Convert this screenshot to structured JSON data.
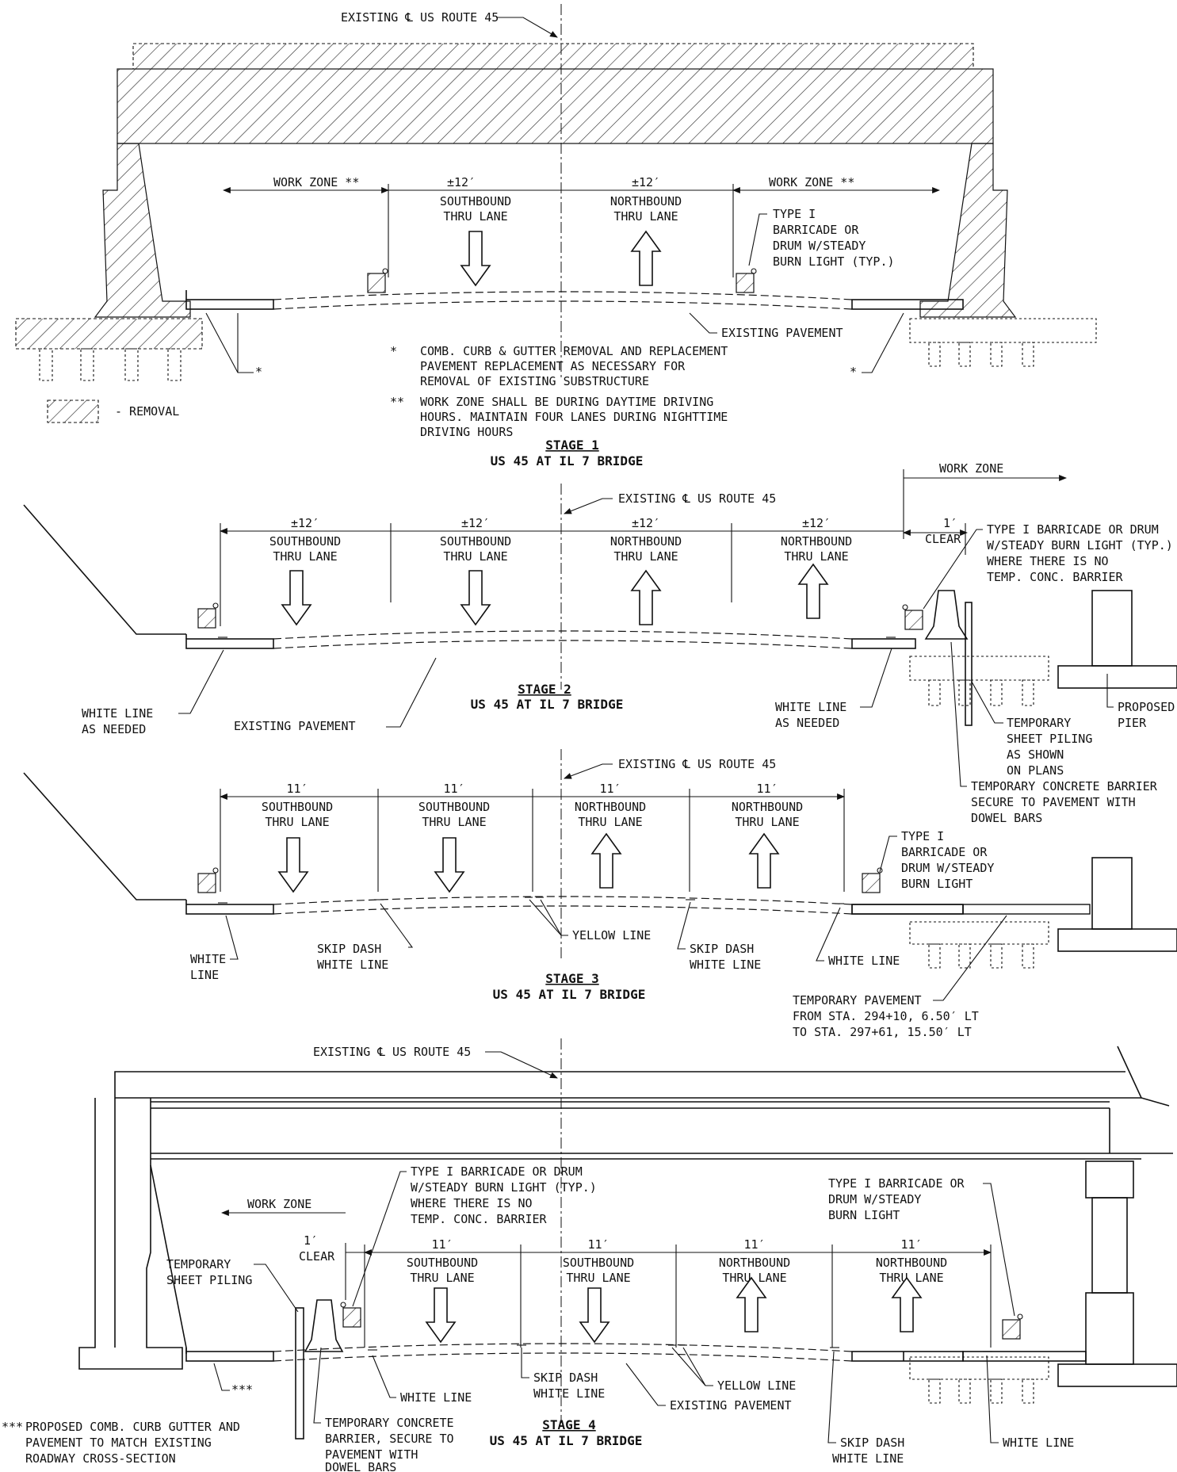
{
  "stage1": {
    "centerline": "EXISTING ℄ US ROUTE 45",
    "work_zone_left": "WORK ZONE **",
    "work_zone_right": "WORK ZONE **",
    "lanes": [
      {
        "width": "±12′",
        "dir1": "SOUTHBOUND",
        "dir2": "THRU LANE"
      },
      {
        "width": "±12′",
        "dir1": "NORTHBOUND",
        "dir2": "THRU LANE"
      }
    ],
    "barricade_note": [
      "TYPE I",
      "BARRICADE OR",
      "DRUM W/STEADY",
      "BURN LIGHT (TYP.)"
    ],
    "existing_pavement": "EXISTING PAVEMENT",
    "star": "*",
    "note1_mark": "*",
    "note1": [
      "COMB. CURB & GUTTER REMOVAL AND REPLACEMENT",
      "PAVEMENT REPLACEMENT AS NECESSARY FOR",
      "REMOVAL OF EXISTING SUBSTRUCTURE"
    ],
    "note2_mark": "**",
    "note2": [
      "WORK ZONE SHALL BE DURING DAYTIME DRIVING",
      "HOURS.  MAINTAIN FOUR LANES DURING NIGHTTIME",
      "DRIVING HOURS"
    ],
    "legend": "- REMOVAL",
    "title": "STAGE 1",
    "subtitle": "US 45 AT IL 7 BRIDGE"
  },
  "stage2": {
    "centerline": "EXISTING ℄ US ROUTE 45",
    "work_zone": "WORK ZONE",
    "clear_w": "1′",
    "clear": "CLEAR",
    "lanes": [
      {
        "width": "±12′",
        "dir1": "SOUTHBOUND",
        "dir2": "THRU LANE"
      },
      {
        "width": "±12′",
        "dir1": "SOUTHBOUND",
        "dir2": "THRU LANE"
      },
      {
        "width": "±12′",
        "dir1": "NORTHBOUND",
        "dir2": "THRU LANE"
      },
      {
        "width": "±12′",
        "dir1": "NORTHBOUND",
        "dir2": "THRU LANE"
      }
    ],
    "barricade_note": [
      "TYPE I BARRICADE OR DRUM",
      "W/STEADY BURN LIGHT (TYP.)",
      "WHERE THERE IS NO",
      "TEMP. CONC. BARRIER"
    ],
    "white_line_left": [
      "WHITE LINE",
      "AS NEEDED"
    ],
    "white_line_right": [
      "WHITE LINE",
      "AS NEEDED"
    ],
    "existing_pavement": "EXISTING PAVEMENT",
    "sheet_piling": [
      "TEMPORARY",
      "SHEET PILING",
      "AS SHOWN",
      "ON PLANS"
    ],
    "pier": [
      "PROPOSED",
      "PIER"
    ],
    "barrier": [
      "TEMPORARY CONCRETE BARRIER",
      "SECURE TO PAVEMENT WITH",
      "DOWEL BARS"
    ],
    "title": "STAGE 2",
    "subtitle": "US 45 AT IL 7 BRIDGE"
  },
  "stage3": {
    "centerline": "EXISTING ℄ US ROUTE 45",
    "lanes": [
      {
        "width": "11′",
        "dir1": "SOUTHBOUND",
        "dir2": "THRU LANE"
      },
      {
        "width": "11′",
        "dir1": "SOUTHBOUND",
        "dir2": "THRU LANE"
      },
      {
        "width": "11′",
        "dir1": "NORTHBOUND",
        "dir2": "THRU LANE"
      },
      {
        "width": "11′",
        "dir1": "NORTHBOUND",
        "dir2": "THRU LANE"
      }
    ],
    "barricade_note": [
      "TYPE I",
      "BARRICADE OR",
      "DRUM W/STEADY",
      "BURN LIGHT"
    ],
    "white_line_left": [
      "WHITE",
      "LINE"
    ],
    "skip_left": [
      "SKIP DASH",
      "WHITE LINE"
    ],
    "yellow": "YELLOW LINE",
    "skip_right": [
      "SKIP DASH",
      "WHITE LINE"
    ],
    "white_line_right": "WHITE LINE",
    "temp_pavement": [
      "TEMPORARY PAVEMENT",
      "FROM STA. 294+10, 6.50′ LT",
      "TO STA. 297+61, 15.50′ LT"
    ],
    "title": "STAGE 3",
    "subtitle": "US 45 AT IL 7 BRIDGE"
  },
  "stage4": {
    "centerline": "EXISTING ℄ US ROUTE 45",
    "barricade_note_left": [
      "TYPE I BARRICADE OR DRUM",
      "W/STEADY BURN LIGHT (TYP.)",
      "WHERE THERE IS NO",
      "TEMP. CONC. BARRIER"
    ],
    "barricade_note_right": [
      "TYPE I BARRICADE OR",
      "DRUM W/STEADY",
      "BURN LIGHT"
    ],
    "work_zone": "WORK ZONE",
    "clear_w": "1′",
    "clear": "CLEAR",
    "sheet_piling": [
      "TEMPORARY",
      "SHEET PILING"
    ],
    "lanes": [
      {
        "width": "11′",
        "dir1": "SOUTHBOUND",
        "dir2": "THRU LANE"
      },
      {
        "width": "11′",
        "dir1": "SOUTHBOUND",
        "dir2": "THRU LANE"
      },
      {
        "width": "11′",
        "dir1": "NORTHBOUND",
        "dir2": "THRU LANE"
      },
      {
        "width": "11′",
        "dir1": "NORTHBOUND",
        "dir2": "THRU LANE"
      }
    ],
    "triple_star": "***",
    "white_line_left": "WHITE LINE",
    "skip_left": [
      "SKIP DASH",
      "WHITE LINE"
    ],
    "yellow": "YELLOW LINE",
    "existing_pavement": "EXISTING PAVEMENT",
    "barrier": [
      "TEMPORARY CONCRETE",
      "BARRIER, SECURE TO",
      "PAVEMENT WITH",
      "DOWEL BARS"
    ],
    "skip_right": [
      "SKIP DASH",
      "WHITE LINE"
    ],
    "white_line_right": "WHITE LINE",
    "footnote_mark": "***",
    "footnote": [
      "PROPOSED COMB. CURB GUTTER AND",
      "PAVEMENT TO MATCH EXISTING",
      "ROADWAY CROSS-SECTION"
    ],
    "title": "STAGE 4",
    "subtitle": "US 45 AT IL 7 BRIDGE"
  }
}
